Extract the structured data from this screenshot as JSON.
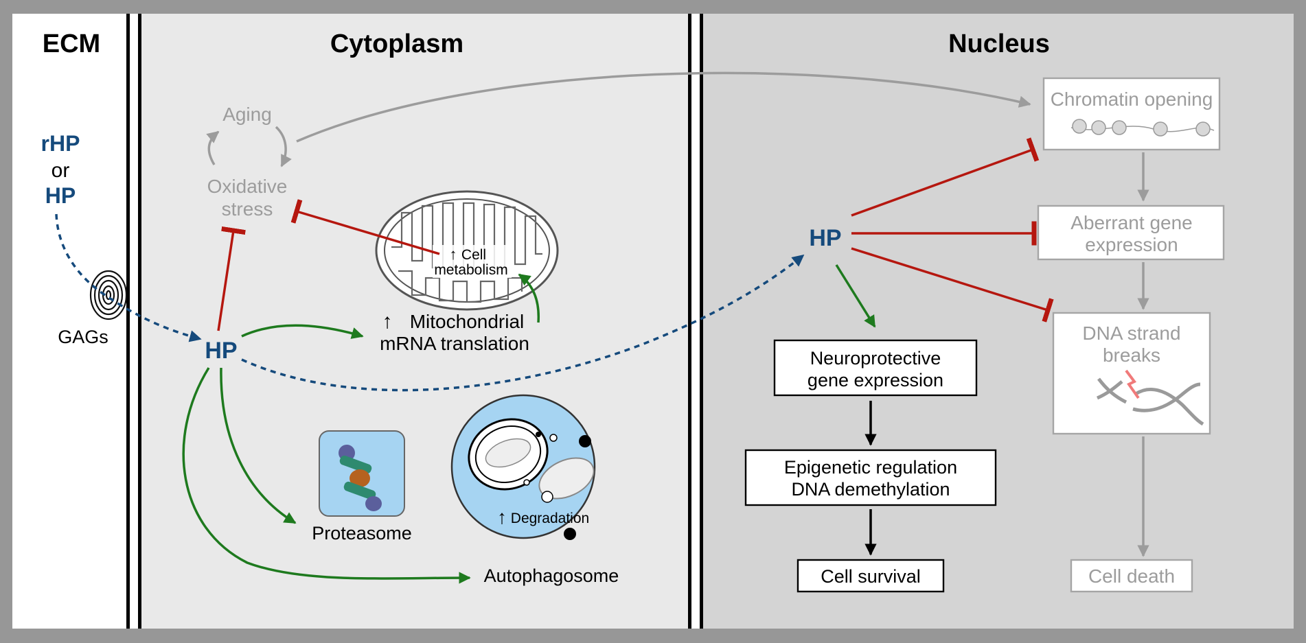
{
  "regions": {
    "ecm": "ECM",
    "cytoplasm": "Cytoplasm",
    "nucleus": "Nucleus"
  },
  "ecm_labels": {
    "rhp": "rHP",
    "or": "or",
    "hp": "HP",
    "gags": "GAGs"
  },
  "cytoplasm_labels": {
    "hp": "HP",
    "aging": "Aging",
    "oxidative_stress_line1": "Oxidative",
    "oxidative_stress_line2": "stress",
    "cell_metabolism_line1": "Cell",
    "cell_metabolism_line2": "metabolism",
    "mito_translation_line1": "Mitochondrial",
    "mito_translation_line2": "mRNA translation",
    "proteasome": "Proteasome",
    "degradation": "Degradation",
    "autophagosome": "Autophagosome",
    "up_arrow": "↑"
  },
  "nucleus_labels": {
    "hp": "HP",
    "neuroprotective_line1": "Neuroprotective",
    "neuroprotective_line2": "gene expression",
    "epigenetic_line1": "Epigenetic regulation",
    "epigenetic_line2": "DNA demethylation",
    "cell_survival": "Cell survival",
    "chromatin_opening": "Chromatin opening",
    "aberrant_line1": "Aberrant gene",
    "aberrant_line2": "expression",
    "dna_breaks_line1": "DNA strand",
    "dna_breaks_line2": "breaks",
    "cell_death": "Cell death"
  },
  "colors": {
    "hp_blue": "#154a7c",
    "activation_green": "#1e7a1e",
    "inhibition_red": "#b5170f",
    "inactive_grey": "#9c9c9c",
    "cytoplasm_bg": "#e9e9e9",
    "nucleus_bg": "#d4d4d4",
    "vesicle_blue": "#a6d4f2"
  }
}
